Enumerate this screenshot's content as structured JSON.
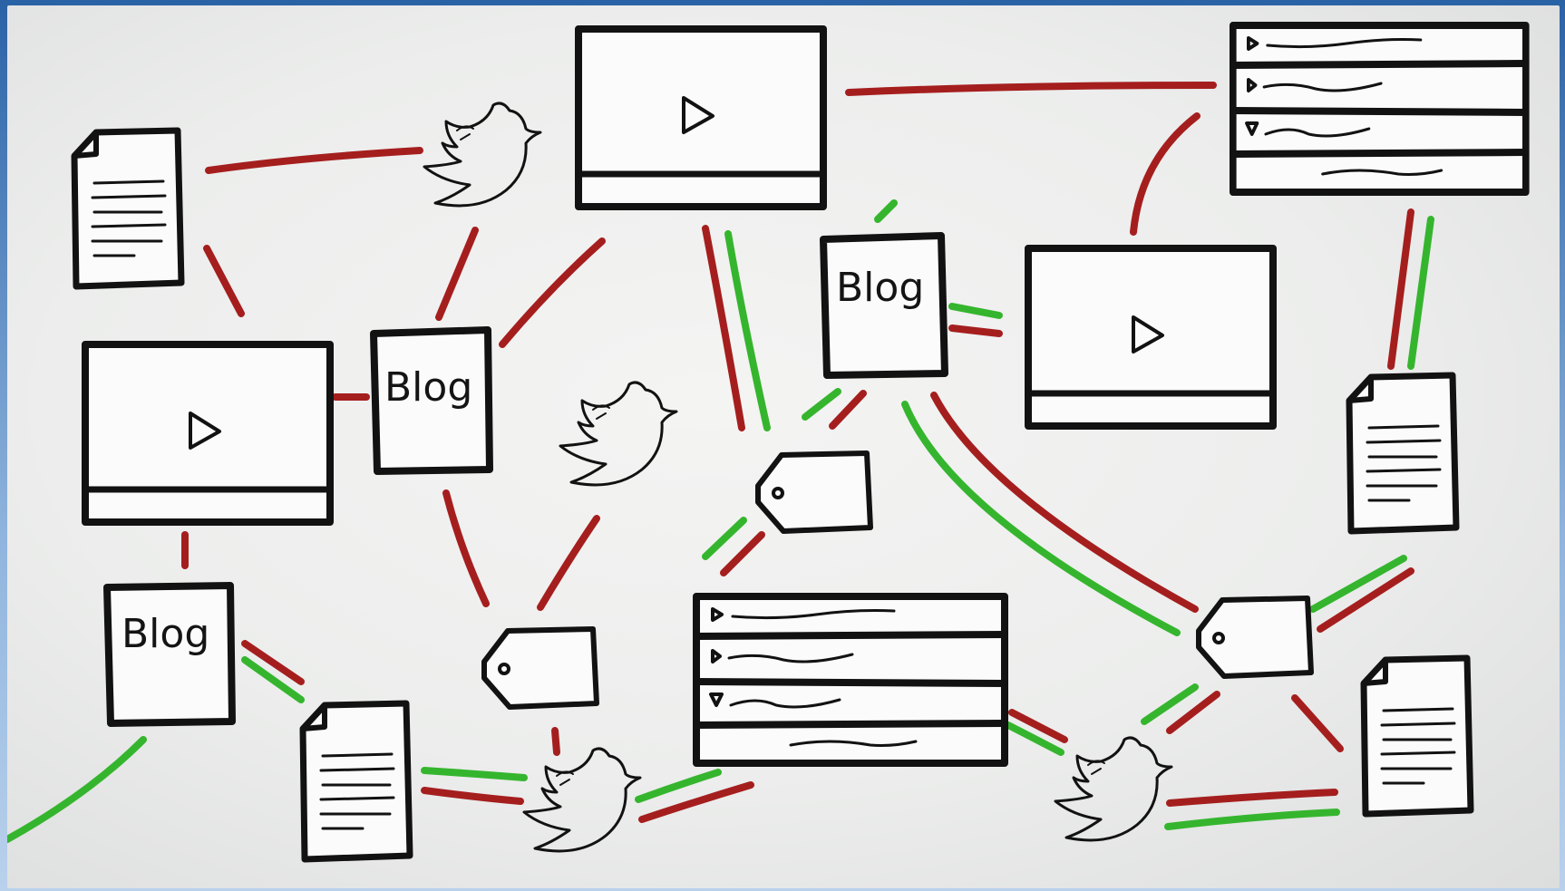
{
  "diagram": {
    "nodes": [
      {
        "id": "blog-1",
        "type": "blog",
        "label": "Blog"
      },
      {
        "id": "blog-2",
        "type": "blog",
        "label": "Blog"
      },
      {
        "id": "blog-3",
        "type": "blog",
        "label": "Blog"
      },
      {
        "id": "video-1",
        "type": "video-player"
      },
      {
        "id": "video-2",
        "type": "video-player"
      },
      {
        "id": "video-3",
        "type": "video-player"
      },
      {
        "id": "doc-1",
        "type": "document"
      },
      {
        "id": "doc-2",
        "type": "document"
      },
      {
        "id": "doc-3",
        "type": "document"
      },
      {
        "id": "doc-4",
        "type": "document"
      },
      {
        "id": "list-1",
        "type": "playlist"
      },
      {
        "id": "list-2",
        "type": "playlist"
      },
      {
        "id": "tag-1",
        "type": "tag"
      },
      {
        "id": "tag-2",
        "type": "tag"
      },
      {
        "id": "tag-3",
        "type": "tag"
      },
      {
        "id": "bird-1",
        "type": "twitter-bird"
      },
      {
        "id": "bird-2",
        "type": "twitter-bird"
      },
      {
        "id": "bird-3",
        "type": "twitter-bird"
      },
      {
        "id": "bird-4",
        "type": "twitter-bird"
      }
    ],
    "colors": {
      "red_link": "#a51e1e",
      "green_link": "#35b52e",
      "ink": "#121212",
      "board": "#ecedec"
    }
  }
}
